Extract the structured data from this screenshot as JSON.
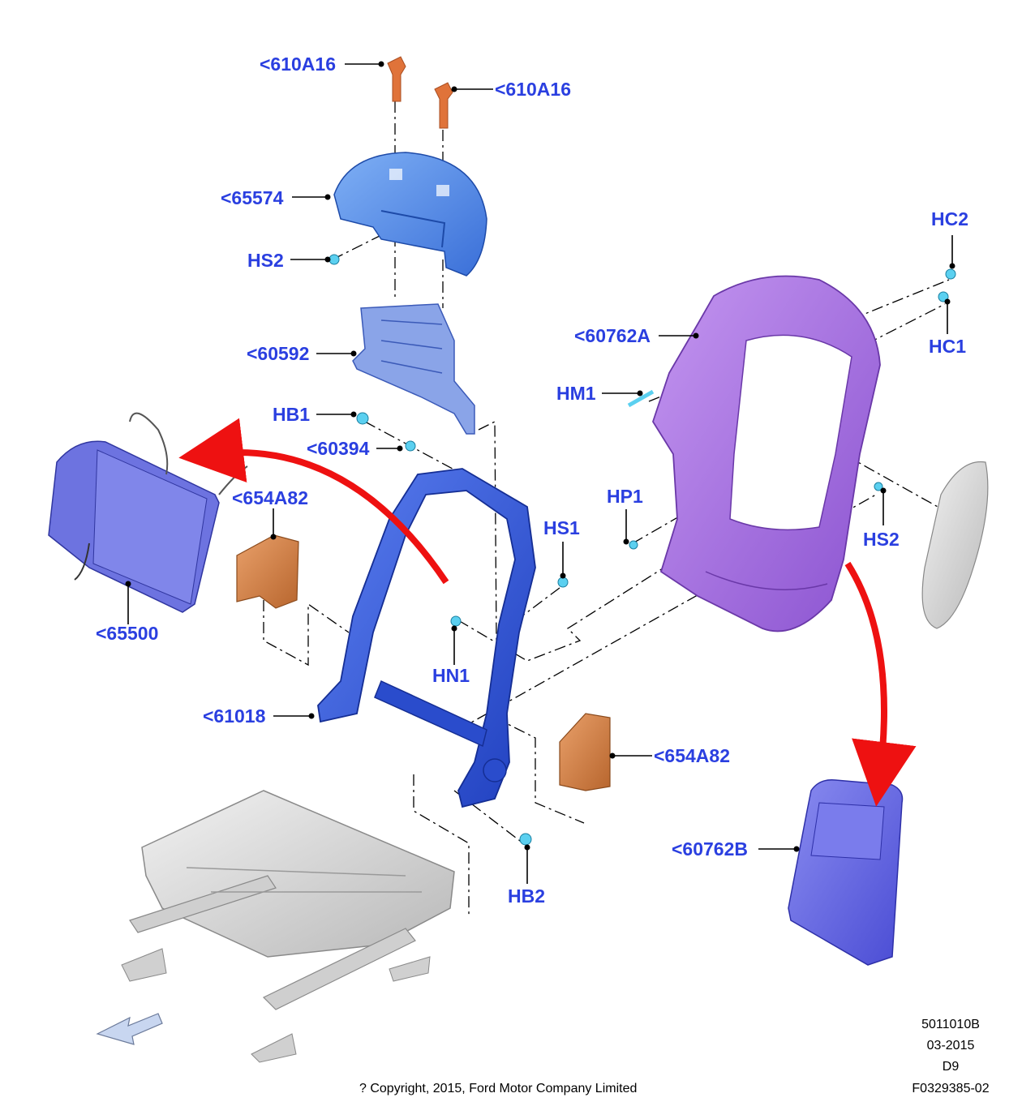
{
  "callouts": {
    "c610a16_top": "<610A16",
    "c610a16_right": "<610A16",
    "c65574": "<65574",
    "hs2_left": "HS2",
    "c60592": "<60592",
    "hb1": "HB1",
    "c60394": "<60394",
    "c654a82_left": "<654A82",
    "c65500": "<65500",
    "hs1": "HS1",
    "hn1": "HN1",
    "c61018": "<61018",
    "c654a82_right": "<654A82",
    "hb2": "HB2",
    "hc2": "HC2",
    "hc1": "HC1",
    "c60762a": "<60762A",
    "hm1": "HM1",
    "hp1": "HP1",
    "hs2_right": "HS2",
    "c60762b": "<60762B"
  },
  "footer": {
    "ref": "5011010B",
    "date": "03-2015",
    "code": "D9",
    "figure": "F0329385-02",
    "copyright": "? Copyright, 2015, Ford Motor Company Limited"
  },
  "colors": {
    "label_blue": "#2a3fe0",
    "frame_blue": "#3a5fe0",
    "headrest_blue": "#4f86e8",
    "cover_purple": "#b07ae8",
    "back_panel": "#6466e6",
    "pad_orange": "#d9874a",
    "guide_orange": "#e0733a",
    "arrow_red": "#ee1111",
    "track_gray": "#d8d8d8"
  }
}
